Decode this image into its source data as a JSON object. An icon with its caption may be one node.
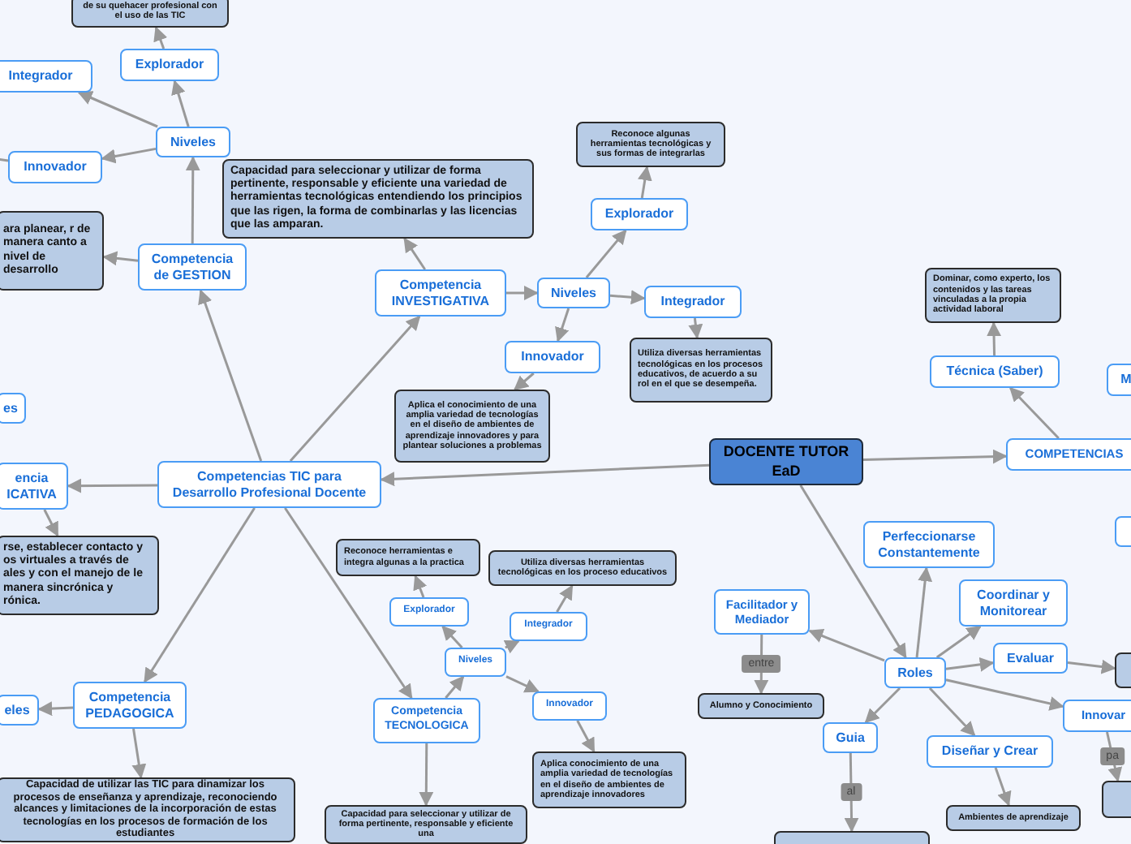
{
  "diagram": {
    "nodes": [
      {
        "text": [
          "DOCENTE TUTOR EaD"
        ]
      },
      {
        "text": [
          "Competencias TIC para Desarrollo Profesional Docente"
        ]
      },
      {
        "text": [
          "Competencia de GESTION"
        ]
      },
      {
        "text": [
          "Niveles"
        ]
      },
      {
        "text": [
          "Explorador"
        ]
      },
      {
        "text": [
          "de su quehacer profesional con el uso de las TIC"
        ]
      },
      {
        "text": [
          "Integrador"
        ]
      },
      {
        "text": [
          "Innovador"
        ]
      },
      {
        "text": [
          "ara planear, r de manera canto a nivel de desarrollo"
        ]
      },
      {
        "text": [
          "Competencia INVESTIGATIVA"
        ]
      },
      {
        "text": [
          "Capacidad para seleccionar y utilizar de forma pertinente, responsable y eficiente una variedad de herramientas tecnológicas entendiendo los principios que las rigen, la forma de combinarlas y las licencias que las amparan."
        ]
      },
      {
        "text": [
          "Niveles"
        ]
      },
      {
        "text": [
          "Explorador"
        ]
      },
      {
        "text": [
          "Reconoce algunas herramientas tecnológicas y sus formas de integrarlas"
        ]
      },
      {
        "text": [
          "Integrador"
        ]
      },
      {
        "text": [
          "Utiliza diversas herramientas tecnológicas en los procesos educativos, de acuerdo a su rol en el que se desempeña."
        ]
      },
      {
        "text": [
          "Innovador"
        ]
      },
      {
        "text": [
          "Aplica el conocimiento de una amplia variedad de tecnologías en el diseño de ambientes de aprendizaje innovadores y para plantear soluciones a problemas"
        ]
      },
      {
        "text": [
          "es"
        ]
      },
      {
        "text": [
          "encia ICATIVA"
        ]
      },
      {
        "text": [
          "rse, establecer contacto y os virtuales a través de ales y con el manejo de le manera sincrónica y rónica."
        ]
      },
      {
        "text": [
          "Competencia PEDAGOGICA"
        ]
      },
      {
        "text": [
          "eles"
        ]
      },
      {
        "text": [
          "Capacidad de utilizar las TIC para dinamizar los procesos de enseñanza y aprendizaje, reconociendo alcances y limitaciones de la incorporación de estas tecnologías en los procesos de formación de los estudiantes"
        ]
      },
      {
        "text": [
          "Competencia TECNOLOGICA"
        ]
      },
      {
        "text": [
          "Niveles"
        ]
      },
      {
        "text": [
          "Explorador"
        ]
      },
      {
        "text": [
          "Reconoce herramientas e integra algunas a la practica"
        ]
      },
      {
        "text": [
          "Integrador"
        ]
      },
      {
        "text": [
          "Utiliza diversas herramientas tecnológicas en los proceso educativos"
        ]
      },
      {
        "text": [
          "Innovador"
        ]
      },
      {
        "text": [
          "Aplica conocimiento de una amplia variedad de tecnologías en el diseño de ambientes de aprendizaje innovadores"
        ]
      },
      {
        "text": [
          "Capacidad para seleccionar y utilizar de forma pertinente, responsable y eficiente una"
        ]
      },
      {
        "text": [
          "COMPETENCIAS"
        ]
      },
      {
        "text": [
          "Técnica (Saber)"
        ]
      },
      {
        "text": [
          "Dominar, como experto, los contenidos y las tareas vinculadas a la propia actividad laboral"
        ]
      },
      {
        "text": [
          "M"
        ]
      },
      {
        "text": [],
        "shape": "box"
      },
      {
        "text": [
          "Roles"
        ]
      },
      {
        "text": [
          "Perfeccionarse Constantemente"
        ]
      },
      {
        "text": [
          "Facilitador y Mediador"
        ]
      },
      {
        "text": [
          "Alumno y Conocimiento"
        ]
      },
      {
        "text": [
          "Coordinar y Monitorear"
        ]
      },
      {
        "text": [
          "Evaluar"
        ]
      },
      {
        "text": [],
        "shape": "box"
      },
      {
        "text": [
          "Innovar"
        ]
      },
      {
        "text": [],
        "shape": "box"
      },
      {
        "text": [
          "Guia"
        ]
      },
      {
        "text": [],
        "shape": "box"
      },
      {
        "text": [
          "Diseñar y Crear"
        ]
      },
      {
        "text": [
          "Ambientes de aprendizaje"
        ]
      }
    ],
    "edges": [
      {
        "from": 0,
        "to": 33,
        "arrow": "to"
      },
      {
        "from": 0,
        "to": 1,
        "arrow": "to"
      },
      {
        "from": 0,
        "to": 38,
        "arrow": "to"
      },
      {
        "from": 1,
        "to": 2,
        "arrow": "to"
      },
      {
        "from": 1,
        "to": 9,
        "arrow": "to"
      },
      {
        "from": 1,
        "to": 19,
        "arrow": "to"
      },
      {
        "from": 1,
        "to": 21,
        "arrow": "to"
      },
      {
        "from": 1,
        "to": 24,
        "arrow": "to"
      },
      {
        "from": 2,
        "to": 3,
        "arrow": "to"
      },
      {
        "from": 2,
        "to": 8,
        "arrow": "to"
      },
      {
        "from": 3,
        "to": 4,
        "arrow": "to"
      },
      {
        "from": 3,
        "to": 6,
        "arrow": "to"
      },
      {
        "from": 3,
        "to": 7,
        "arrow": "to"
      },
      {
        "from": 4,
        "to": 5,
        "arrow": "to"
      },
      {
        "from": 7,
        "to": null,
        "arrow": "none"
      },
      {
        "from": 9,
        "to": 10,
        "arrow": "to"
      },
      {
        "from": 9,
        "to": 11,
        "arrow": "to"
      },
      {
        "from": 11,
        "to": 12,
        "arrow": "to"
      },
      {
        "from": 11,
        "to": 14,
        "arrow": "to"
      },
      {
        "from": 11,
        "to": 16,
        "arrow": "to"
      },
      {
        "from": 12,
        "to": 13,
        "arrow": "to"
      },
      {
        "from": 14,
        "to": 15,
        "arrow": "to"
      },
      {
        "from": 16,
        "to": 17,
        "arrow": "to"
      },
      {
        "from": 19,
        "to": 20,
        "arrow": "to"
      },
      {
        "from": 21,
        "to": 22,
        "arrow": "to"
      },
      {
        "from": 21,
        "to": 23,
        "arrow": "to"
      },
      {
        "from": 24,
        "to": 25,
        "arrow": "to"
      },
      {
        "from": 24,
        "to": 32,
        "arrow": "to"
      },
      {
        "from": 25,
        "to": 26,
        "arrow": "to"
      },
      {
        "from": 25,
        "to": 28,
        "arrow": "to"
      },
      {
        "from": 25,
        "to": 30,
        "arrow": "to"
      },
      {
        "from": 26,
        "to": 27,
        "arrow": "to"
      },
      {
        "from": 28,
        "to": 29,
        "arrow": "to"
      },
      {
        "from": 30,
        "to": 31,
        "arrow": "to"
      },
      {
        "from": 33,
        "to": 34,
        "arrow": "to"
      },
      {
        "from": 34,
        "to": 35,
        "arrow": "to"
      },
      {
        "from": 38,
        "to": 39,
        "arrow": "to"
      },
      {
        "from": 38,
        "to": 40,
        "arrow": "to"
      },
      {
        "from": 38,
        "to": 42,
        "arrow": "to"
      },
      {
        "from": 38,
        "to": 43,
        "arrow": "to"
      },
      {
        "from": 38,
        "to": 45,
        "arrow": "to"
      },
      {
        "from": 38,
        "to": 47,
        "arrow": "to"
      },
      {
        "from": 38,
        "to": 49,
        "arrow": "to"
      },
      {
        "from": 40,
        "to": 41,
        "arrow": "to",
        "label": "entre"
      },
      {
        "from": 43,
        "to": 44,
        "arrow": "to"
      },
      {
        "from": 45,
        "to": 46,
        "arrow": "to",
        "label": "pa"
      },
      {
        "from": 47,
        "to": 48,
        "arrow": "to",
        "label": "al"
      },
      {
        "from": 49,
        "to": 50,
        "arrow": "to"
      }
    ]
  }
}
